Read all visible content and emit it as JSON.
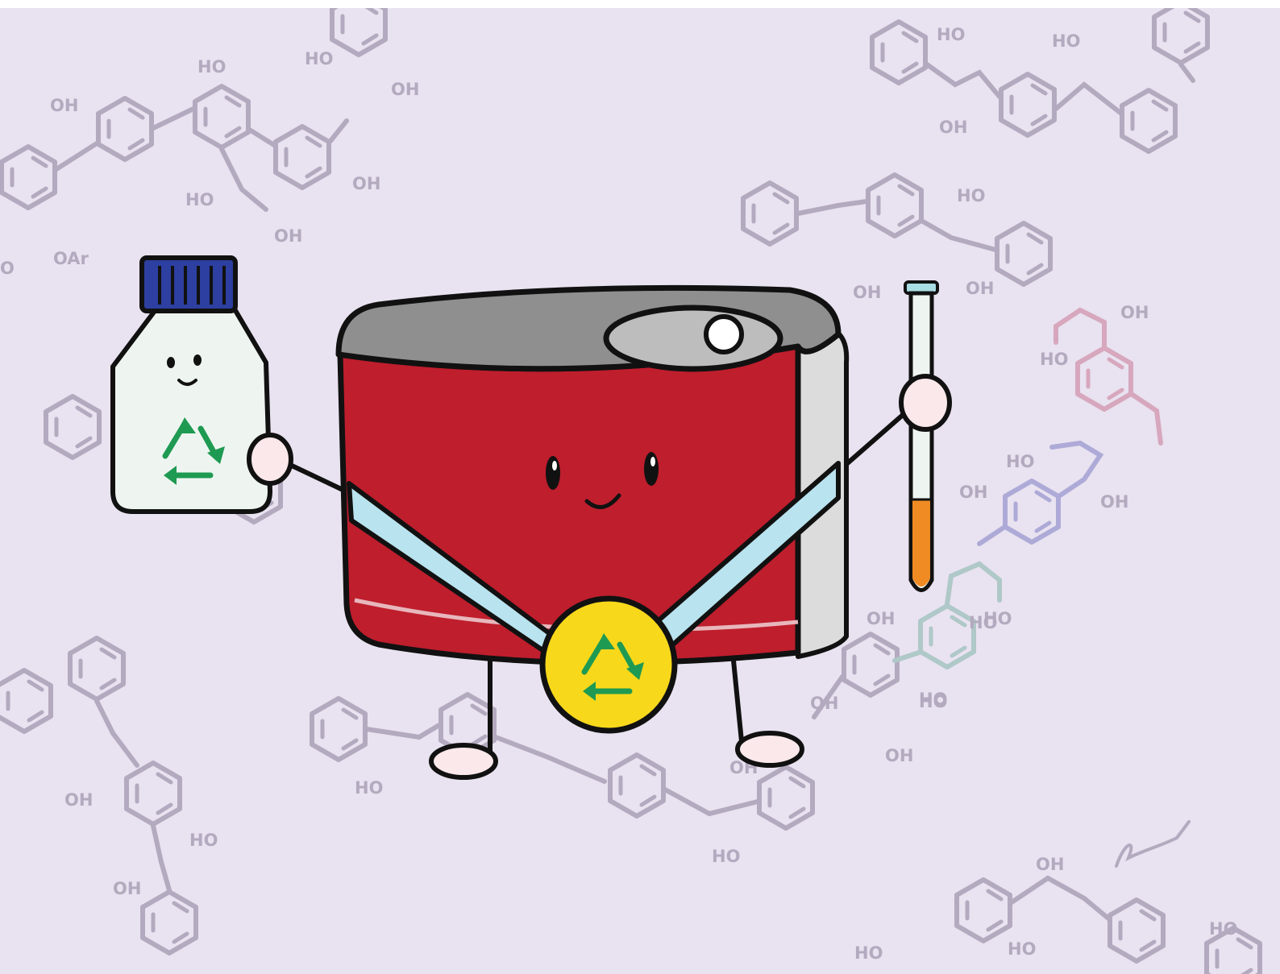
{
  "colors": {
    "background": "#e9e2f0",
    "molecule_gray": "#b4aabf",
    "molecule_pink": "#d7a7bd",
    "molecule_blue": "#aeaad8",
    "molecule_teal": "#afc8c8",
    "can_red": "#bf1e2d",
    "can_lid": "#8f8f8f",
    "can_lid_light": "#bdbdbd",
    "can_side": "#dcdcdc",
    "ribbon": "#b9e3ee",
    "medal_gold": "#f7d81b",
    "recycle_green": "#1f9a52",
    "bottle_body": "#eef5f1",
    "bottle_cap": "#2d3fa0",
    "tube_liquid": "#f08a23",
    "hand": "#fbe8ea",
    "outline": "#111111"
  },
  "icons": {
    "bottle_recycle": "recycle-icon",
    "medal_recycle": "recycle-icon"
  },
  "molecule_labels": [
    "OH",
    "HO",
    "HO",
    "OH",
    "HO",
    "OH",
    "OH",
    "HO",
    "O",
    "OAr",
    "HO",
    "HO",
    "OH",
    "OH",
    "HO",
    "OH",
    "HO",
    "OH",
    "OH",
    "HO",
    "OH",
    "HO",
    "OH",
    "HO",
    "OH",
    "HO",
    "OH",
    "HO",
    "OH",
    "HO",
    "OH",
    "HO",
    "HO",
    "OH",
    "HO",
    "HO",
    "OH"
  ]
}
